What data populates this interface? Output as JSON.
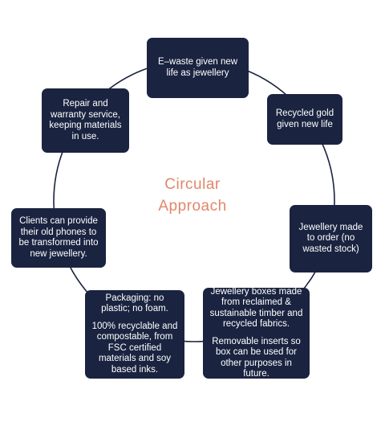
{
  "diagram": {
    "title_line1": "Circular",
    "title_line2": "Approach",
    "colors": {
      "box_fill": "#1a2440",
      "box_text": "#ffffff",
      "title": "#e2876a",
      "ring": "#1a2440"
    },
    "steps": [
      {
        "id": "ewaste",
        "text": "E–waste given new life as jewellery"
      },
      {
        "id": "gold",
        "text": "Recycled gold given new life"
      },
      {
        "id": "order",
        "text": "Jewellery made to order (no wasted stock)"
      },
      {
        "id": "boxes",
        "text": "Jewellery boxes made from reclaimed & sustainable timber and recycled fabrics.",
        "text2": "Removable inserts so box can be used for other purposes in future."
      },
      {
        "id": "packaging",
        "text": "Packaging: no plastic; no foam.",
        "text2": "100% recyclable and compostable, from FSC certified materials and soy based inks."
      },
      {
        "id": "phones",
        "text": "Clients can provide their old phones to be transformed into new jewellery."
      },
      {
        "id": "repair",
        "text": "Repair and warranty service, keeping materials in use."
      }
    ]
  }
}
